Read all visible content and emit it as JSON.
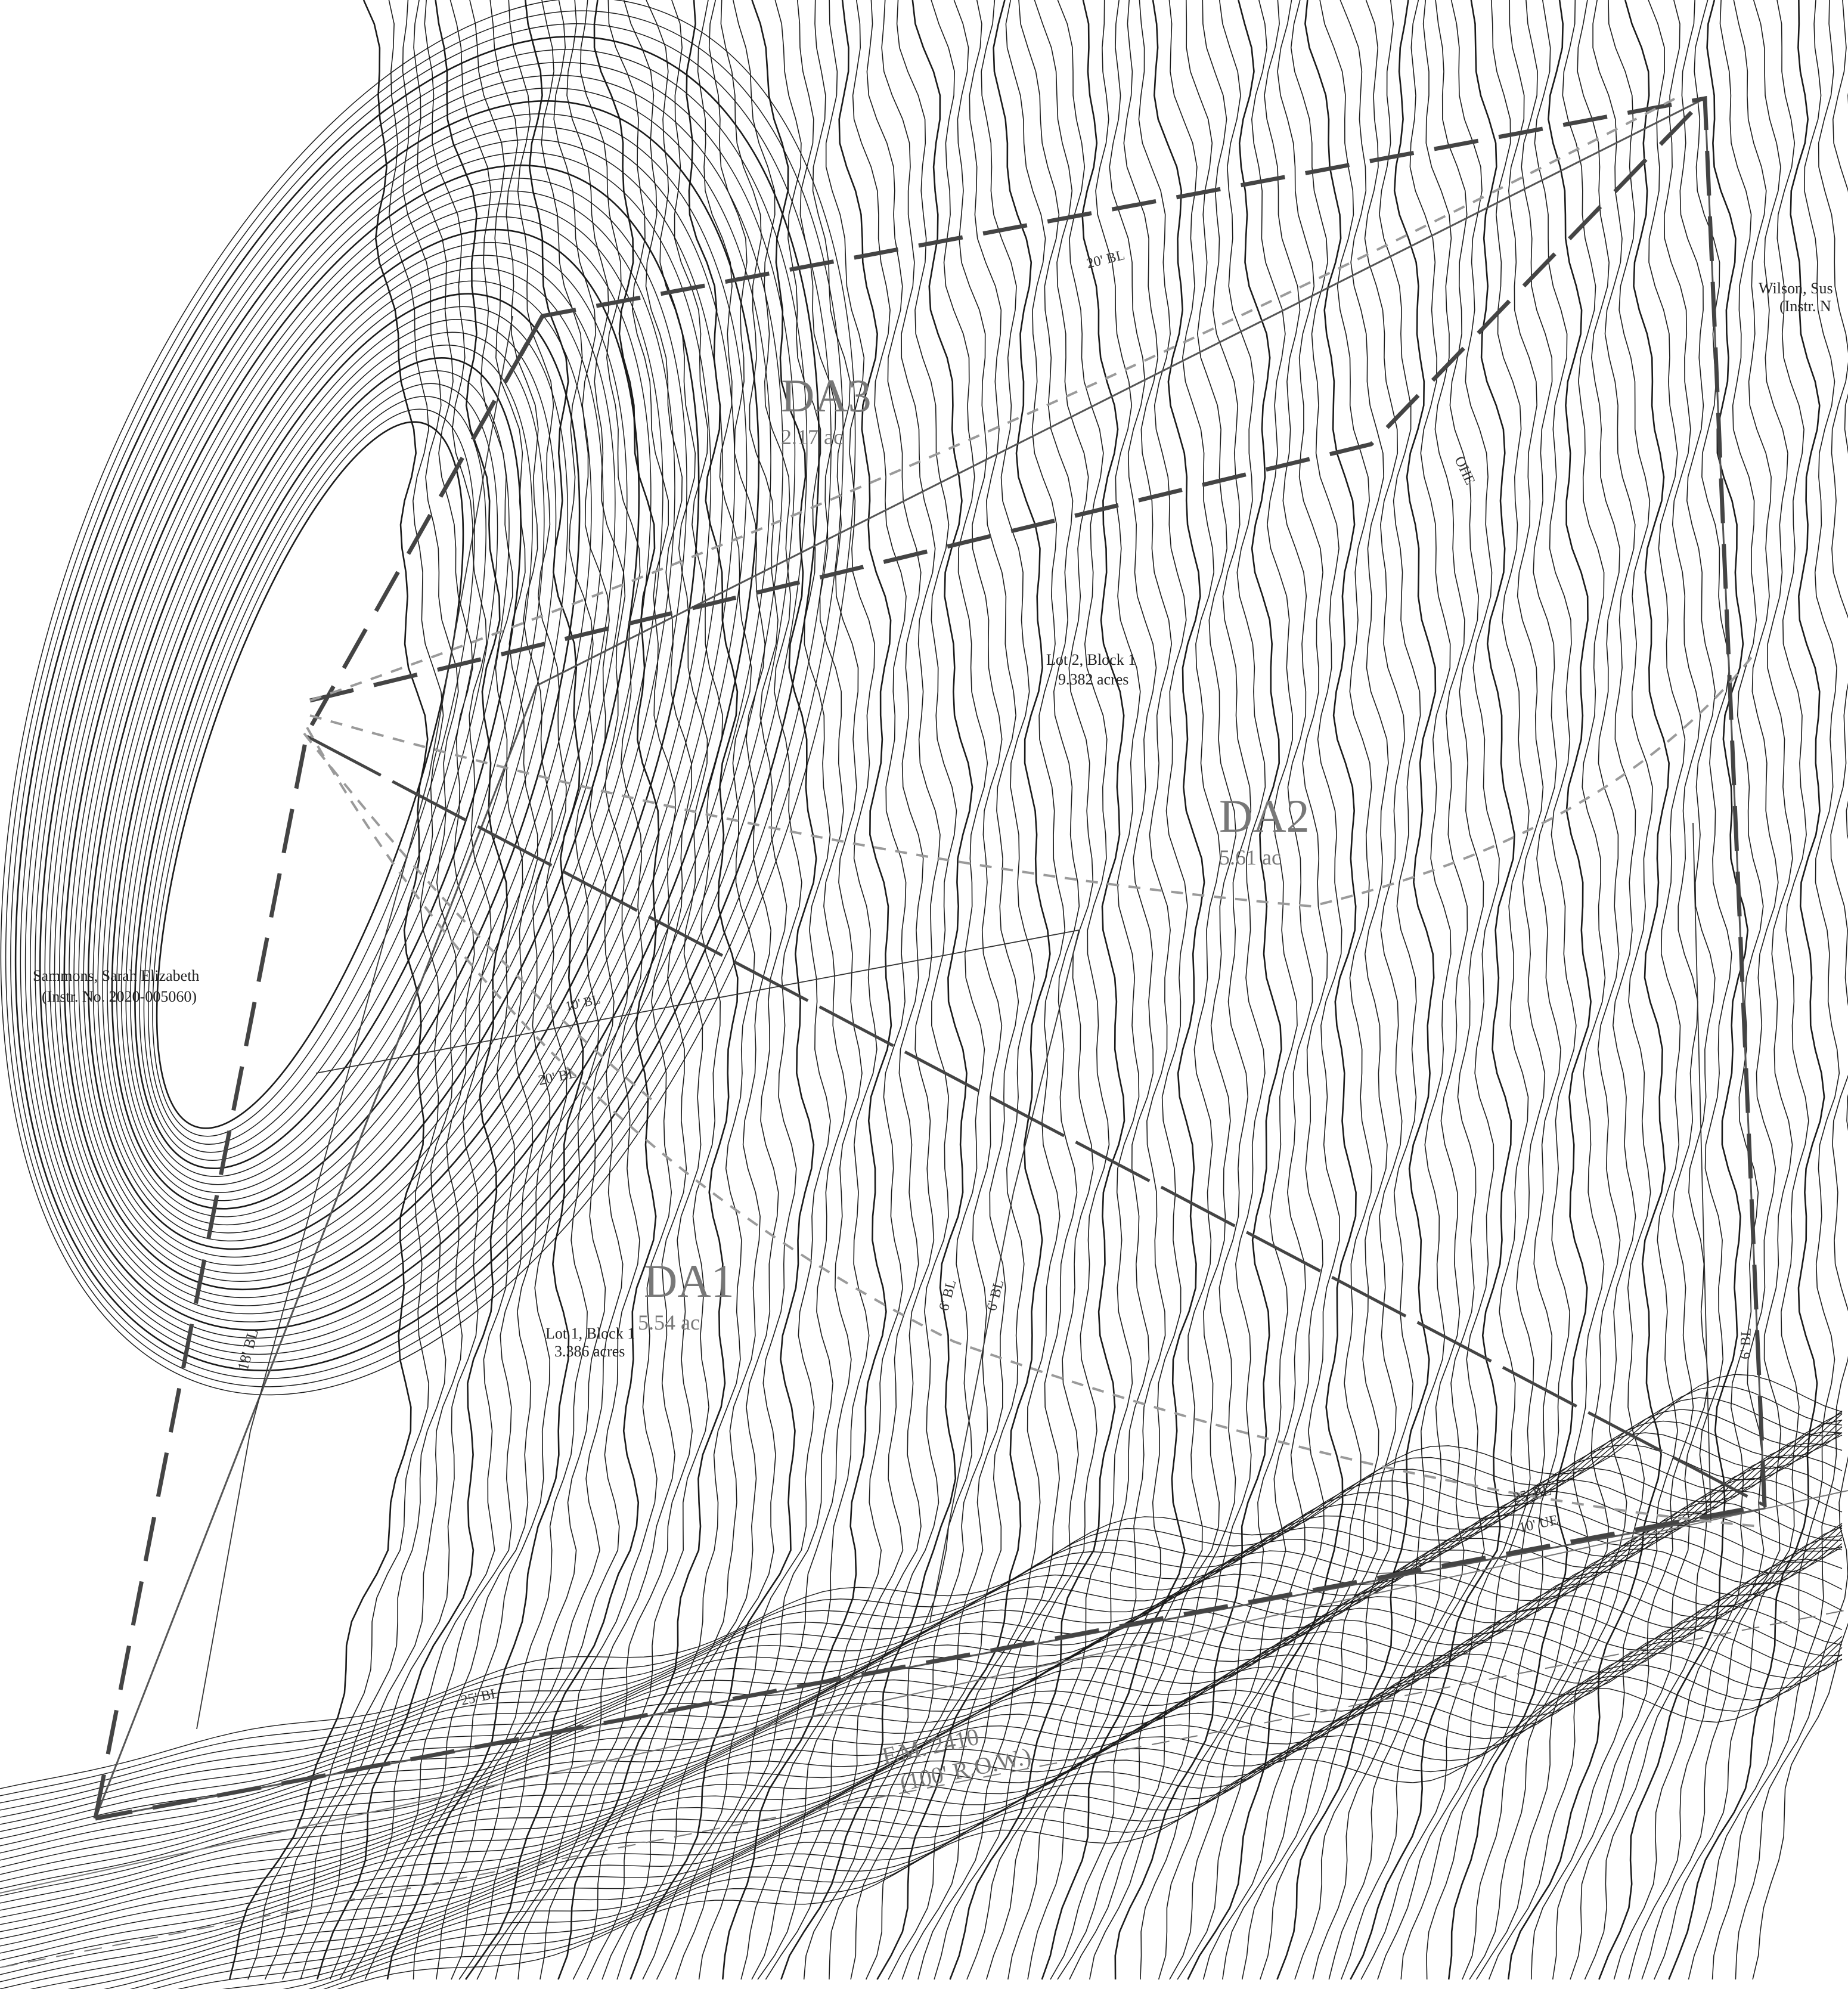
{
  "drainage_areas": [
    {
      "id": "DA1",
      "area": "5.54 ac"
    },
    {
      "id": "DA2",
      "area": "5.61 ac"
    },
    {
      "id": "DA3",
      "area": "2.17 ac"
    }
  ],
  "lots": [
    {
      "name": "Lot 2, Block 1",
      "area": "9.382 acres"
    },
    {
      "name": "Lot 1, Block 1",
      "area": "3.386 acres"
    }
  ],
  "owners": [
    {
      "name": "Sammons, Sarah Elizabeth",
      "instr": "(Instr. No. 2020-005060)"
    },
    {
      "name": "Wilson, Sus",
      "instr": "(Instr. N"
    }
  ],
  "road": {
    "name": "F.M. 2410",
    "row": "(100' R.O.W.)"
  },
  "annotations": {
    "bl_20": "20' BL",
    "bl_25a": "25' BL",
    "bl_25b": "25' BL",
    "bl_20b": "20' BL",
    "bl_10": "10' BL",
    "bl_6a": "6' BL",
    "bl_6b": "6' BL",
    "bl_6c": "6' BL",
    "ue_10": "10' UE",
    "ohe": "OHE",
    "bl_18": "18' BL"
  },
  "colors": {
    "contour": "#1a1a1a",
    "boundary": "#3a3a3a",
    "flow": "#999999",
    "background": "#ffffff"
  }
}
